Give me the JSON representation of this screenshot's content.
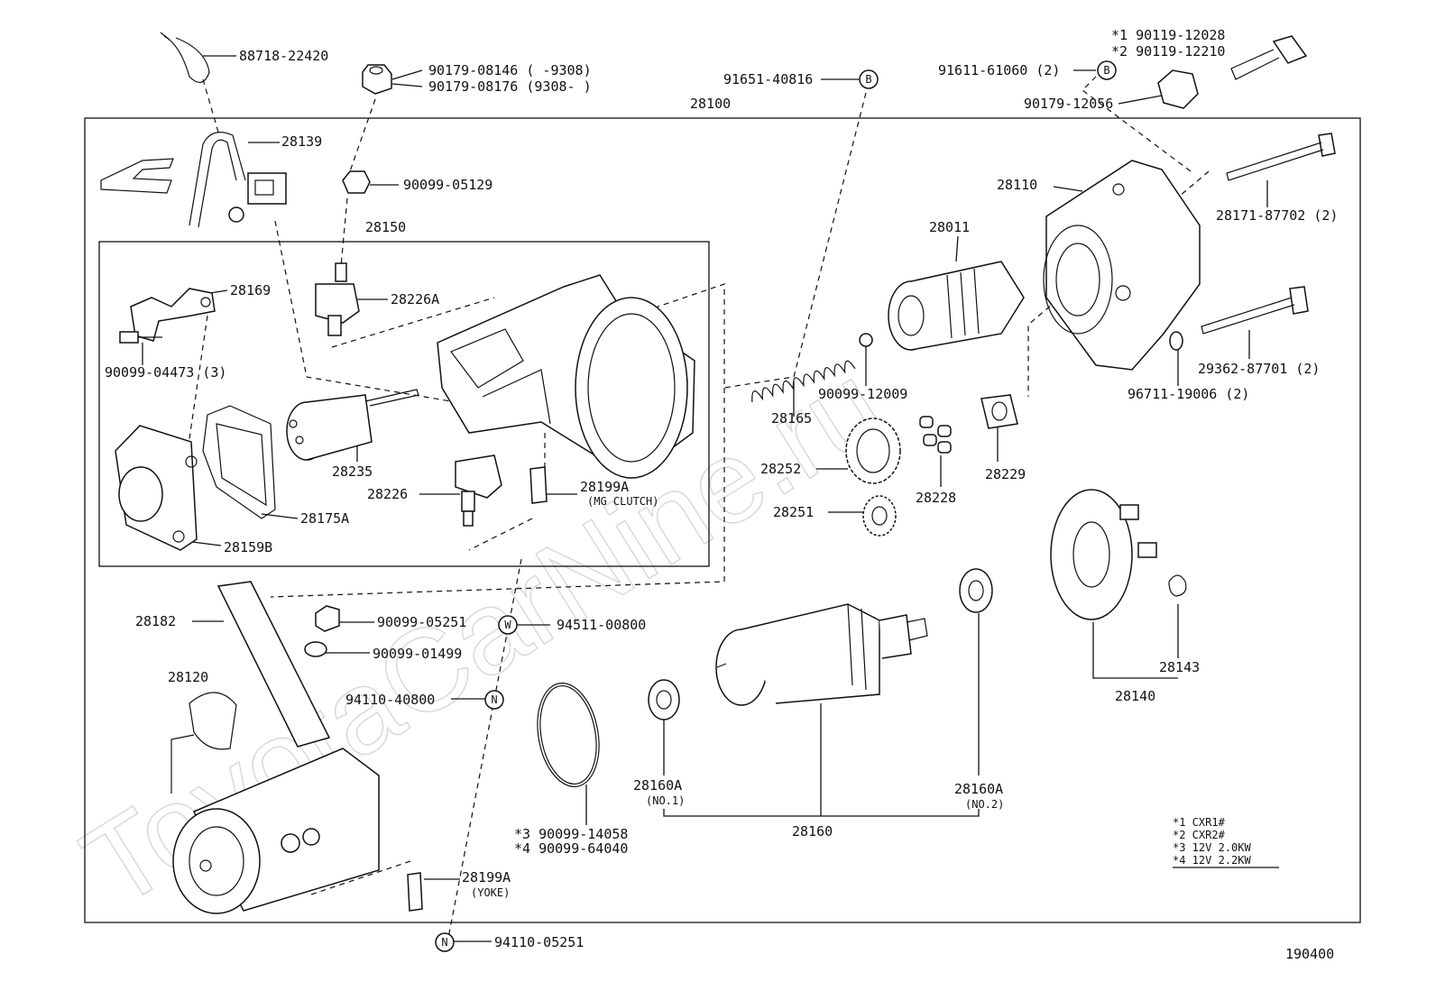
{
  "watermark": "ToyotaCarNine.ru",
  "diagram_id": "190400",
  "assembly": {
    "main": "28100",
    "sub": "28150"
  },
  "labels": [
    {
      "id": "l-88718",
      "text": "88718-22420"
    },
    {
      "id": "l-90179a",
      "text": "90179-08146 (    -9308)"
    },
    {
      "id": "l-90179b",
      "text": "90179-08176 (9308-     )"
    },
    {
      "id": "l-91651",
      "text": "91651-40816"
    },
    {
      "id": "l-91611",
      "text": "91611-61060 (2)"
    },
    {
      "id": "l-s1",
      "text": "*1  90119-12028"
    },
    {
      "id": "l-s2",
      "text": "*2  90119-12210"
    },
    {
      "id": "l-90179c",
      "text": "90179-12056"
    },
    {
      "id": "l-28100",
      "text": "28100"
    },
    {
      "id": "l-28139",
      "text": "28139"
    },
    {
      "id": "l-90099a",
      "text": "90099-05129"
    },
    {
      "id": "l-28150",
      "text": "28150"
    },
    {
      "id": "l-28110",
      "text": "28110"
    },
    {
      "id": "l-28171",
      "text": "28171-87702 (2)"
    },
    {
      "id": "l-28011",
      "text": "28011"
    },
    {
      "id": "l-28169",
      "text": "28169"
    },
    {
      "id": "l-28226A",
      "text": "28226A"
    },
    {
      "id": "l-90099b",
      "text": "90099-04473 (3)"
    },
    {
      "id": "l-29362",
      "text": "29362-87701 (2)"
    },
    {
      "id": "l-96711",
      "text": "96711-19006 (2)"
    },
    {
      "id": "l-90099c",
      "text": "90099-12009"
    },
    {
      "id": "l-28165",
      "text": "28165"
    },
    {
      "id": "l-28235",
      "text": "28235"
    },
    {
      "id": "l-28252",
      "text": "28252"
    },
    {
      "id": "l-28229",
      "text": "28229"
    },
    {
      "id": "l-28228",
      "text": "28228"
    },
    {
      "id": "l-28226",
      "text": "28226"
    },
    {
      "id": "l-28199A1",
      "text": "28199A"
    },
    {
      "id": "l-mg",
      "text": "(MG CLUTCH)"
    },
    {
      "id": "l-28175A",
      "text": "28175A"
    },
    {
      "id": "l-28251",
      "text": "28251"
    },
    {
      "id": "l-28159B",
      "text": "28159B"
    },
    {
      "id": "l-28182",
      "text": "28182"
    },
    {
      "id": "l-90099d",
      "text": "90099-05251"
    },
    {
      "id": "l-94511",
      "text": "94511-00800"
    },
    {
      "id": "l-90099e",
      "text": "90099-01499"
    },
    {
      "id": "l-28120",
      "text": "28120"
    },
    {
      "id": "l-94110a",
      "text": "94110-40800"
    },
    {
      "id": "l-28143",
      "text": "28143"
    },
    {
      "id": "l-28140",
      "text": "28140"
    },
    {
      "id": "l-28160Aa",
      "text": "28160A"
    },
    {
      "id": "l-no1",
      "text": "(NO.1)"
    },
    {
      "id": "l-28160Ab",
      "text": "28160A"
    },
    {
      "id": "l-no2",
      "text": "(NO.2)"
    },
    {
      "id": "l-s3",
      "text": "*3  90099-14058"
    },
    {
      "id": "l-s4",
      "text": "*4  90099-64040"
    },
    {
      "id": "l-28160",
      "text": "28160"
    },
    {
      "id": "l-28199A2",
      "text": "28199A"
    },
    {
      "id": "l-yoke",
      "text": "(YOKE)"
    },
    {
      "id": "l-94110b",
      "text": "94110-05251"
    }
  ],
  "markers": {
    "B1": "B",
    "B2": "B",
    "W": "W",
    "N1": "N",
    "N2": "N"
  },
  "legend": [
    {
      "text": "*1  CXR1#"
    },
    {
      "text": "*2  CXR2#"
    },
    {
      "text": "*3  12V 2.0KW"
    },
    {
      "text": "*4  12V 2.2KW"
    }
  ]
}
